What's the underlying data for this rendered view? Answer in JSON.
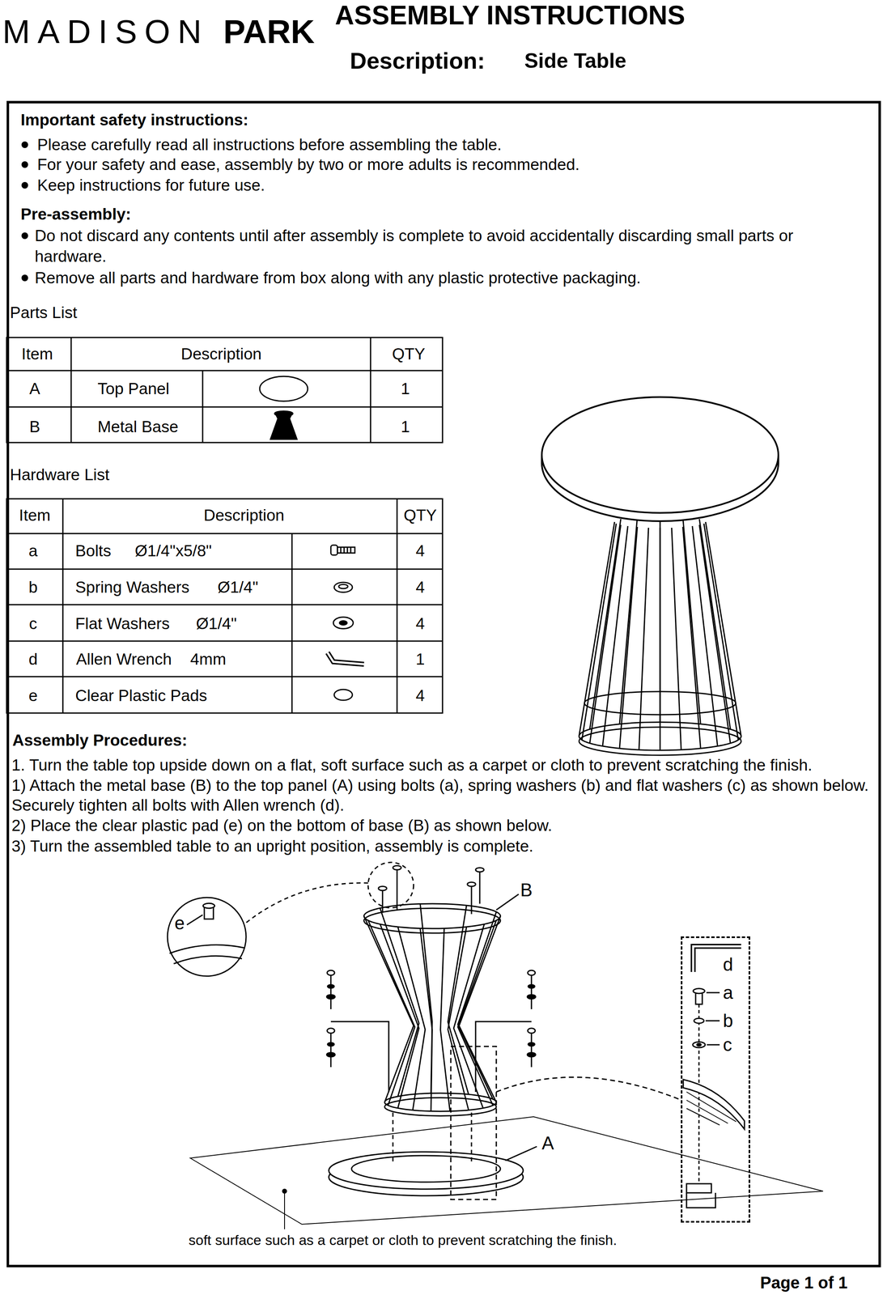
{
  "diagram": {
    "title": "ASSEMBLY INSTRUCTIONS",
    "nodes": [
      {
        "text": [
          "Important safety instructions:",
          "Please carefully read all instructions before assembling the table.",
          "For your safety and ease, assembly by two or more adults is recommended.",
          "Keep instructions for future use.",
          "Pre-assembly:",
          "Do not discard any contents until after assembly is complete to avoid accidentally discarding small parts or hardware.",
          "Remove all parts and hardware from box along with any plastic protective packaging.",
          "Parts List",
          "Hardware List",
          "Assembly Procedures:",
          "1. Turn the table top upside down on a flat, soft surface such as a carpet or cloth to prevent scratching the finish.",
          "1) Attach the metal base (B) to the top panel (A) using bolts (a), spring washers (b) and flat washers (c) as shown below. Securely tighten all bolts with Allen wrench (d).",
          "2) Place the clear plastic pad (e) on the bottom of base (B) as shown below.",
          "3) Turn the assembled table to an upright position, assembly is complete."
        ]
      },
      {
        "text": [
          "d",
          "a",
          "b",
          "c"
        ],
        "in": 0
      }
    ],
    "labels": [
      "MADISON",
      "PARK",
      "Description:",
      "Side Table",
      "Item",
      "Description",
      "QTY",
      "A",
      "Top Panel",
      "1",
      "B",
      "Metal Base",
      "1",
      "Item",
      "Description",
      "QTY",
      "a",
      "Bolts",
      "Ø1/4\"x5/8\"",
      "4",
      "b",
      "Spring Washers",
      "Ø1/4\"",
      "4",
      "c",
      "Flat Washers",
      "Ø1/4\"",
      "4",
      "d",
      "Allen Wrench",
      "4mm",
      "1",
      "e",
      "Clear Plastic Pads",
      "4",
      "B",
      "A",
      "e",
      "soft surface such as a carpet or cloth to prevent scratching the finish.",
      "Page 1 of 1"
    ]
  }
}
